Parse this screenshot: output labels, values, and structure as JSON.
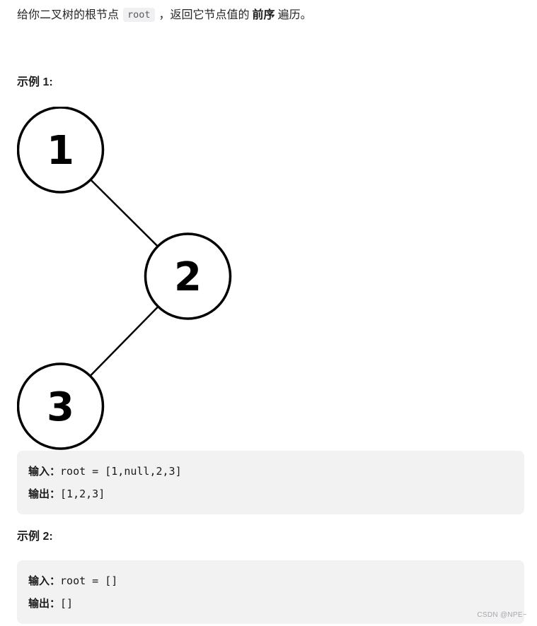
{
  "description": {
    "prefix": "给你二叉树的根节点",
    "inline_code": "root",
    "middle": "，返回它节点值的",
    "bold_term": "前序",
    "suffix": "遍历。"
  },
  "examples": [
    {
      "heading": "示例 1:",
      "input_label": "输入：",
      "input_value": "root = [1,null,2,3]",
      "output_label": "输出：",
      "output_value": "[1,2,3]"
    },
    {
      "heading": "示例 2:",
      "input_label": "输入：",
      "input_value": "root = []",
      "output_label": "输出：",
      "output_value": "[]"
    }
  ],
  "tree": {
    "nodes": [
      {
        "label": "1"
      },
      {
        "label": "2"
      },
      {
        "label": "3"
      }
    ],
    "edges": [
      {
        "from": "1",
        "to": "2"
      },
      {
        "from": "2",
        "to": "3"
      }
    ]
  },
  "watermark": "CSDN @NPE~",
  "colors": {
    "body_text": "#262626",
    "code_block_bg": "#f2f2f2",
    "inline_code_bg": "#f0f0f2",
    "inline_code_text": "#595959",
    "tree_stroke": "#000000",
    "watermark_text": "#a3a7ad"
  }
}
